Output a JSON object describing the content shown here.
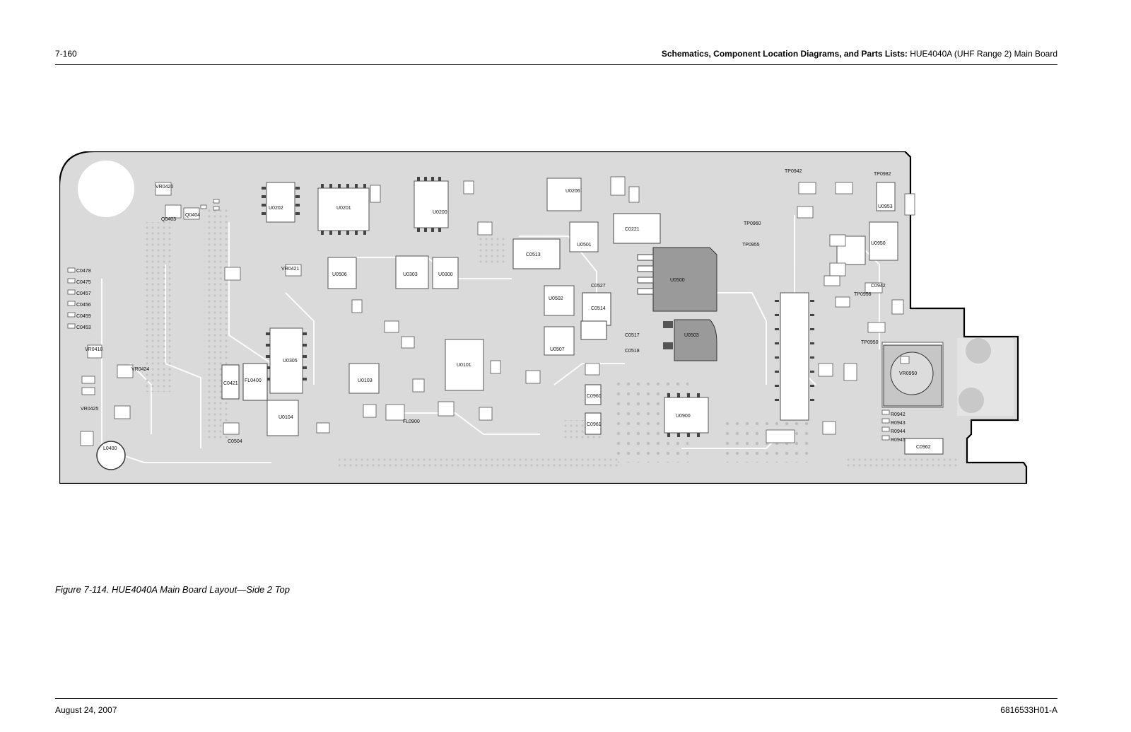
{
  "header": {
    "page_number": "7-160",
    "title_bold": "Schematics, Component Location Diagrams, and Parts Lists:",
    "title_rest": " HUE4040A (UHF Range 2) Main Board"
  },
  "figure": {
    "caption": "Figure 7-114. HUE4040A Main Board Layout—Side 2 Top",
    "labels": {
      "U0202": "U0202",
      "U0201": "U0201",
      "U0200": "U0200",
      "U0206": "U0206",
      "U0501": "U0501",
      "U0500": "U0500",
      "U0503": "U0503",
      "U0502": "U0502",
      "U0507": "U0507",
      "U0506": "U0506",
      "U0303": "U0303",
      "U0300": "U0300",
      "U0305": "U0305",
      "U0103": "U0103",
      "U0101": "U0101",
      "U0104": "U0104",
      "U0900": "U0900",
      "U0950": "U0950",
      "U0953": "U0953",
      "L0400": "L0400",
      "VR0950": "VR0950",
      "C0221": "C0221",
      "C0513": "C0513",
      "C0527": "C0527",
      "C0514": "C0514",
      "C0517": "C0517",
      "C0518": "C0518",
      "C0504": "C0504",
      "C0421": "C0421",
      "C0942": "C0942",
      "C0962": "C0962",
      "C0960": "C0960",
      "C0961": "C0961",
      "VR0420": "VR0420",
      "VR0421": "VR0421",
      "VR0418": "VR0418",
      "VR0424": "VR0424",
      "VR0425": "VR0425",
      "Q0404": "Q0404",
      "Q0403": "Q0403",
      "C0478": "C0478",
      "C0475": "C0475",
      "C0457": "C0457",
      "C0456": "C0456",
      "C0459": "C0459",
      "C0453": "C0453",
      "TP0942": "TP0942",
      "TP0982": "TP0982",
      "TP0960": "TP0960",
      "TP0955": "TP0955",
      "TP0956": "TP0956",
      "TP0950": "TP0950",
      "R0942": "R0942",
      "R0943": "R0943",
      "R0944": "R0944",
      "R0945": "R0945",
      "FL0900": "FL0900",
      "FL0400": "FL0400"
    }
  },
  "footer": {
    "date": "August 24, 2007",
    "doc_number": "6816533H01-A"
  }
}
